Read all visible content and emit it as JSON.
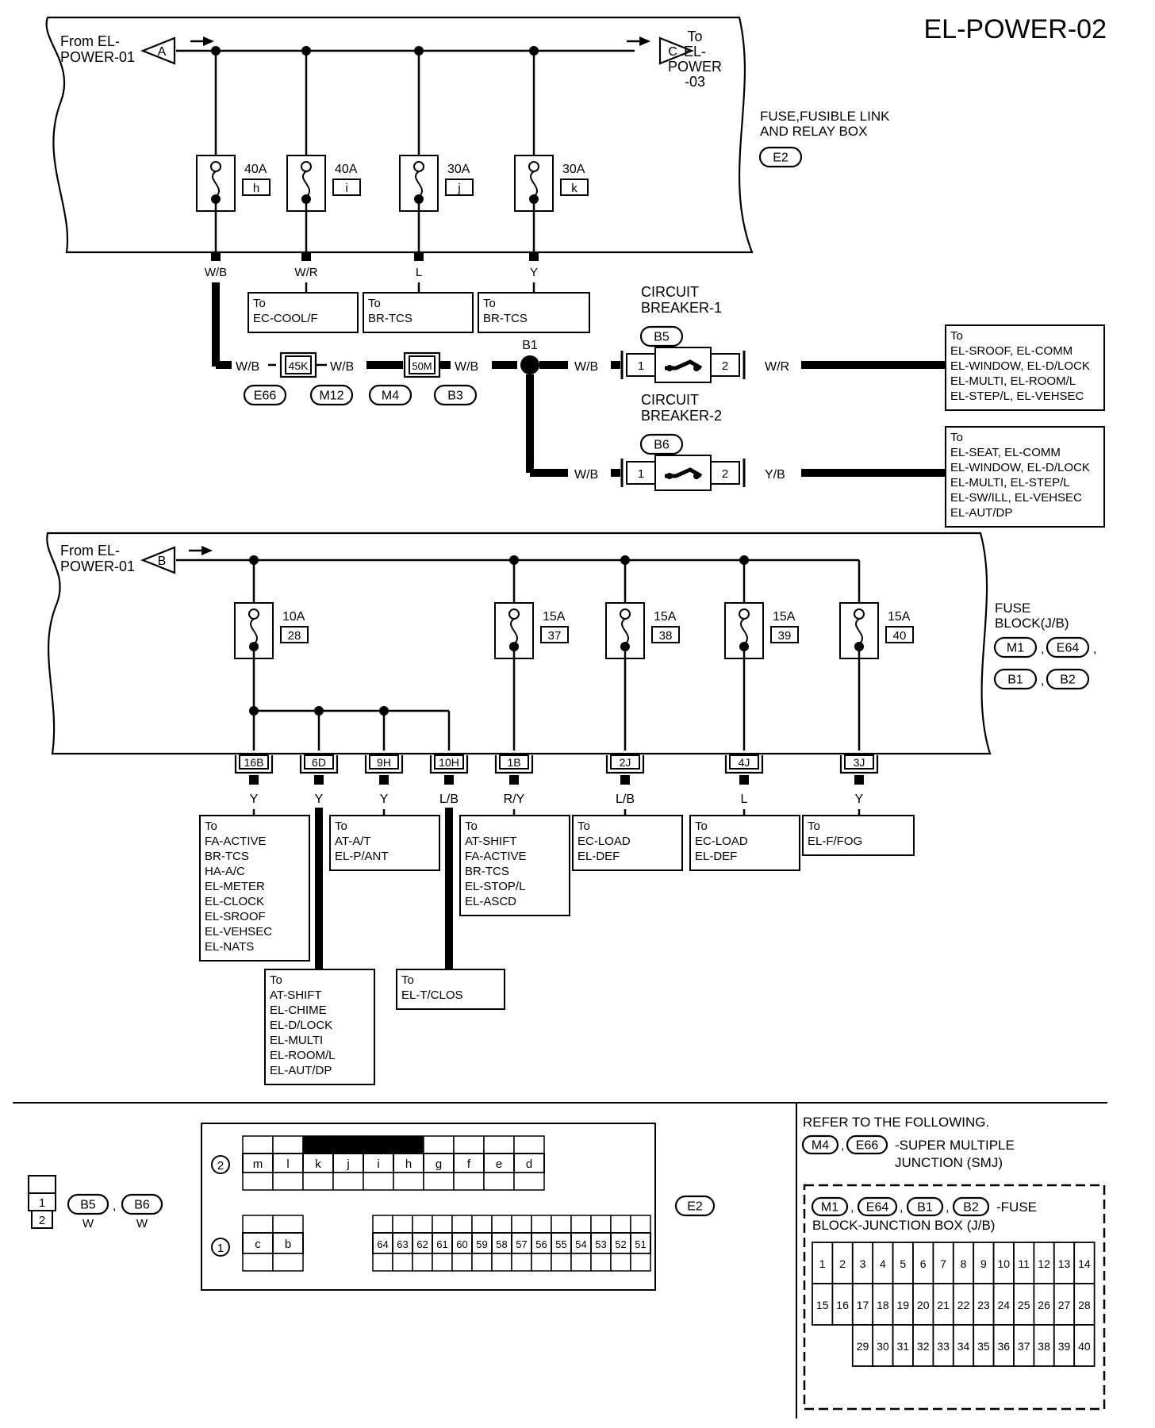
{
  "title": "EL-POWER-02",
  "top": {
    "from_arrow": {
      "label": "From EL-\nPOWER-01",
      "letter": "A"
    },
    "to_arrow": {
      "label": "To\nEL-\nPOWER\n-03",
      "letter": "C"
    },
    "box_label": "FUSE,FUSIBLE LINK\nAND RELAY BOX",
    "box_connector": "E2",
    "fuses": [
      {
        "amps": "40A",
        "id": "h",
        "wire": "W/B"
      },
      {
        "amps": "40A",
        "id": "i",
        "wire": "W/R"
      },
      {
        "amps": "30A",
        "id": "j",
        "wire": "L"
      },
      {
        "amps": "30A",
        "id": "k",
        "wire": "Y"
      }
    ],
    "to_boxes": [
      {
        "lines": [
          "To",
          "EC-COOL/F"
        ]
      },
      {
        "lines": [
          "To",
          "BR-TCS"
        ]
      },
      {
        "lines": [
          "To",
          "BR-TCS"
        ]
      }
    ]
  },
  "feed": {
    "wire": "W/B",
    "fusible_links": [
      "45K",
      "50M"
    ],
    "connectors": [
      "E66",
      "M12",
      "M4",
      "B3"
    ],
    "junction": "B1"
  },
  "breakers": [
    {
      "name": "CIRCUIT\nBREAKER-1",
      "connector": "B5",
      "in_wire": "W/B",
      "out_wire": "W/R",
      "pin_in": "1",
      "pin_out": "2",
      "to": [
        "To",
        "EL-SROOF, EL-COMM",
        "EL-WINDOW, EL-D/LOCK",
        "EL-MULTI, EL-ROOM/L",
        "EL-STEP/L, EL-VEHSEC"
      ]
    },
    {
      "name": "CIRCUIT\nBREAKER-2",
      "connector": "B6",
      "in_wire": "W/B",
      "out_wire": "Y/B",
      "pin_in": "1",
      "pin_out": "2",
      "to": [
        "To",
        "EL-SEAT, EL-COMM",
        "EL-WINDOW, EL-D/LOCK",
        "EL-MULTI, EL-STEP/L",
        "EL-SW/ILL, EL-VEHSEC",
        "EL-AUT/DP"
      ]
    }
  ],
  "bottom": {
    "from_arrow": {
      "label": "From EL-\nPOWER-01",
      "letter": "B"
    },
    "box_label": "FUSE\nBLOCK(J/B)",
    "box_connectors": [
      "M1",
      "E64",
      "B1",
      "B2"
    ],
    "fuses": [
      {
        "amps": "10A",
        "id": "28"
      },
      {
        "amps": "15A",
        "id": "37"
      },
      {
        "amps": "15A",
        "id": "38"
      },
      {
        "amps": "15A",
        "id": "39"
      },
      {
        "amps": "15A",
        "id": "40"
      }
    ],
    "outputs": [
      {
        "pin": "16B",
        "wire": "Y"
      },
      {
        "pin": "6D",
        "wire": "Y"
      },
      {
        "pin": "9H",
        "wire": "Y"
      },
      {
        "pin": "10H",
        "wire": "L/B"
      },
      {
        "pin": "1B",
        "wire": "R/Y"
      },
      {
        "pin": "2J",
        "wire": "L/B"
      },
      {
        "pin": "4J",
        "wire": "L"
      },
      {
        "pin": "3J",
        "wire": "Y"
      }
    ],
    "to_boxes": [
      {
        "lines": [
          "To",
          "FA-ACTIVE",
          "BR-TCS",
          "HA-A/C",
          "EL-METER",
          "EL-CLOCK",
          "EL-SROOF",
          "EL-VEHSEC",
          "EL-NATS"
        ]
      },
      {
        "lines": [
          "To",
          "AT-SHIFT",
          "EL-CHIME",
          "EL-D/LOCK",
          "EL-MULTI",
          "EL-ROOM/L",
          "EL-AUT/DP"
        ]
      },
      {
        "lines": [
          "To",
          "AT-A/T",
          "EL-P/ANT"
        ]
      },
      {
        "lines": [
          "To",
          "EL-T/CLOS"
        ]
      },
      {
        "lines": [
          "To",
          "AT-SHIFT",
          "FA-ACTIVE",
          "BR-TCS",
          "EL-STOP/L",
          "EL-ASCD"
        ]
      },
      {
        "lines": [
          "To",
          "EC-LOAD",
          "EL-DEF"
        ]
      },
      {
        "lines": [
          "To",
          "EC-LOAD",
          "EL-DEF"
        ]
      },
      {
        "lines": [
          "To",
          "EL-F/FOG"
        ]
      }
    ]
  },
  "footer": {
    "small_connector": {
      "pins": [
        "1",
        "2"
      ],
      "refs": [
        "B5",
        "B6"
      ],
      "colors": [
        "W",
        "W"
      ]
    },
    "e2": {
      "label": "E2",
      "row2_num": "2",
      "row1_num": "1",
      "row2": [
        "m",
        "l",
        "k",
        "j",
        "i",
        "h",
        "g",
        "f",
        "e",
        "d"
      ],
      "row2_shaded": [
        "k",
        "j",
        "i",
        "h"
      ],
      "row1_left": [
        "c",
        "b"
      ],
      "row1_right": [
        "64",
        "63",
        "62",
        "61",
        "60",
        "59",
        "58",
        "57",
        "56",
        "55",
        "54",
        "53",
        "52",
        "51"
      ]
    },
    "refer": {
      "heading": "REFER TO THE FOLLOWING.",
      "smj_refs": [
        "M4",
        "E66"
      ],
      "smj_text": "-SUPER MULTIPLE\nJUNCTION (SMJ)",
      "jb_refs": [
        "M1",
        "E64",
        "B1",
        "B2"
      ],
      "jb_text": "-FUSE\nBLOCK-JUNCTION BOX (J/B)",
      "grid_row1": [
        "1",
        "2",
        "3",
        "4",
        "5",
        "6",
        "7",
        "8",
        "9",
        "10",
        "11",
        "12",
        "13",
        "14"
      ],
      "grid_row2": [
        "15",
        "16",
        "17",
        "18",
        "19",
        "20",
        "21",
        "22",
        "23",
        "24",
        "25",
        "26",
        "27",
        "28"
      ],
      "grid_row3": [
        "29",
        "30",
        "31",
        "32",
        "33",
        "34",
        "35",
        "36",
        "37",
        "38",
        "39",
        "40"
      ]
    }
  }
}
